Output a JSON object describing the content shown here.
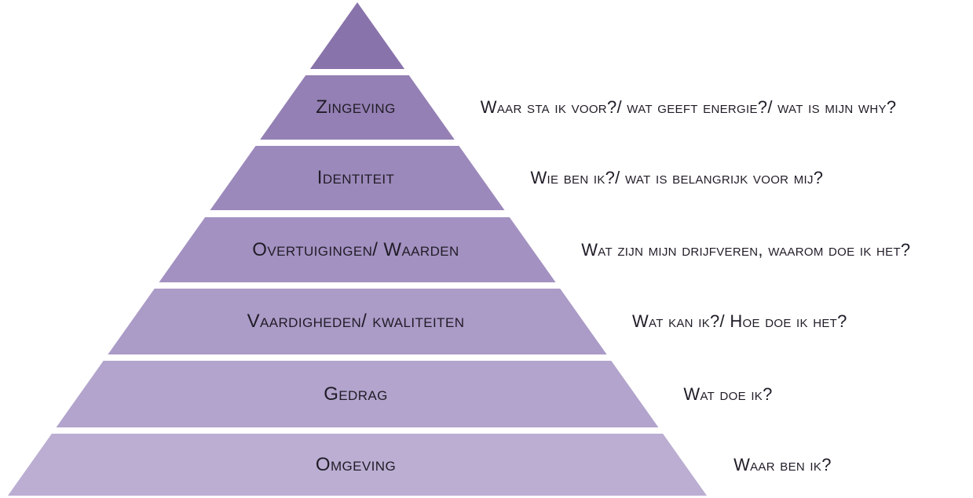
{
  "diagram": {
    "type": "pyramid",
    "description": "Logical levels pyramid (Dutch) with reflection questions per level",
    "text_color": "#201c27",
    "background_color": "#ffffff",
    "separator_color": "#ffffff",
    "levels": [
      {
        "id": "top",
        "label": "",
        "question": "",
        "color": "#8973ab"
      },
      {
        "id": "zingeving",
        "label": "Zingeving",
        "question": "Waar sta ik voor?/ wat geeft energie?/ wat is mijn why?",
        "color": "#9480b4"
      },
      {
        "id": "identiteit",
        "label": "Identiteit",
        "question": "Wie ben ik?/ wat is belangrijk voor mij?",
        "color": "#9c89bb"
      },
      {
        "id": "overtuigingen",
        "label": "Overtuigingen/ Waarden",
        "question": "Wat zijn mijn drijfveren, waarom doe ik het?",
        "color": "#a391c1"
      },
      {
        "id": "vaardigheden",
        "label": "Vaardigheden/ kwaliteiten",
        "question": "Wat kan ik?/ Hoe doe ik het?",
        "color": "#ab9bc7"
      },
      {
        "id": "gedrag",
        "label": "Gedrag",
        "question": "Wat doe ik?",
        "color": "#b2a4cc"
      },
      {
        "id": "omgeving",
        "label": "Omgeving",
        "question": "Waar ben ik?",
        "color": "#bbaed2"
      }
    ]
  }
}
